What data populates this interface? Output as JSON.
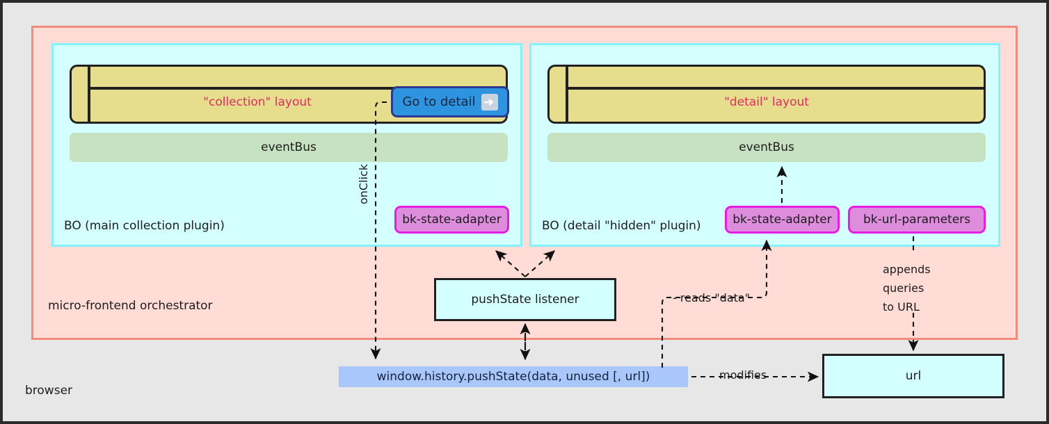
{
  "diagram": {
    "browser_label": "browser",
    "orchestrator_label": "micro-frontend orchestrator"
  },
  "panels": [
    {
      "id": "collection",
      "bo_label": "BO (main collection plugin)",
      "layout_title": "\"collection\" layout",
      "eventbus_label": "eventBus",
      "adapter_label": "bk-state-adapter"
    },
    {
      "id": "detail",
      "bo_label": "BO (detail \"hidden\" plugin)",
      "layout_title": "\"detail\" layout",
      "eventbus_label": "eventBus",
      "adapter_label": "bk-state-adapter",
      "url_params_label": "bk-url-parameters"
    }
  ],
  "button": {
    "label": "Go to detail",
    "icon": "arrow-right-icon"
  },
  "nodes": {
    "pushstate_listener": "pushState listener",
    "pushstate_api": "window.history.pushState(data, unused [, url])",
    "url": "url"
  },
  "edges": {
    "onclick": "onClick",
    "reads_data": "- reads \"data\"",
    "modifies": "modifies",
    "appends": [
      "appends",
      "queries",
      "to URL"
    ]
  },
  "colors": {
    "orchestrator_fill": "#ffdcd5",
    "orchestrator_border": "#f28d7d",
    "bo_fill": "#d4ffff",
    "bo_border": "#85f2ff",
    "layout_fill": "#e6de8c",
    "layout_title": "#e32a61",
    "eventbus_fill": "#c6e2c1",
    "bk_fill": "#dd8ddb",
    "bk_border": "#e61ce6",
    "button_fill": "#2e94e0",
    "button_border": "#2b3a8f",
    "api_bar_fill": "#a9c7fa",
    "canvas_bg": "#e7e7e7",
    "stroke": "#212121"
  }
}
